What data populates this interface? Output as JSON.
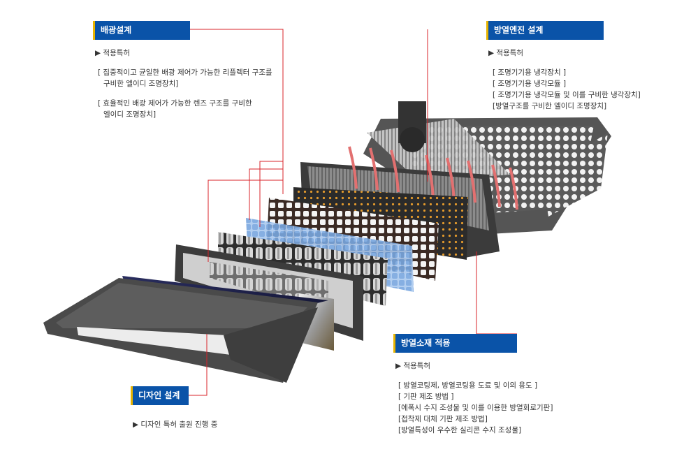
{
  "sections": {
    "light_distribution": {
      "title": "배광설계",
      "heading": "▶ 적용특허",
      "items": [
        "[ 집중적이고 균일한 배광 제어가 가능한 리플렉터 구조를",
        "  구비한 엘이디 조명장치]",
        "",
        "[ 효율적인 배광 제어가 가능한 렌즈 구조를 구비한",
        "  엘이디 조명장치]"
      ]
    },
    "heat_engine": {
      "title": "방열엔진 설계",
      "heading": "▶ 적용특허",
      "items": [
        "[ 조명기기용 냉각장치 ]",
        "[ 조명기기용 냉각모듈 ]",
        "[ 조명기기용 냉각모듈 및 이를 구비한 냉각장치]",
        "[방열구조를 구비한 엘이디 조명장치]"
      ]
    },
    "heat_material": {
      "title": "방열소재 적용",
      "heading": "▶ 적용특허",
      "items": [
        "[ 방열코팅제, 방열코팅용 도료 및 이의 용도 ]",
        "[ 기판 제조 방법 ]",
        "[에폭시 수지 조성물 및 이를 이용한 방열회로기판]",
        "[접착제 대체 기판 제조 방법]",
        "[방열특성이 우수한 실리콘 수지 조성물]"
      ]
    },
    "design": {
      "title": "디자인 설계",
      "note": "▶ 디자인 특허 출원 진행 중"
    }
  },
  "colors": {
    "label_bg": "#0a53a8",
    "label_accent": "#e8b400",
    "leader_line": "#d8232a"
  }
}
